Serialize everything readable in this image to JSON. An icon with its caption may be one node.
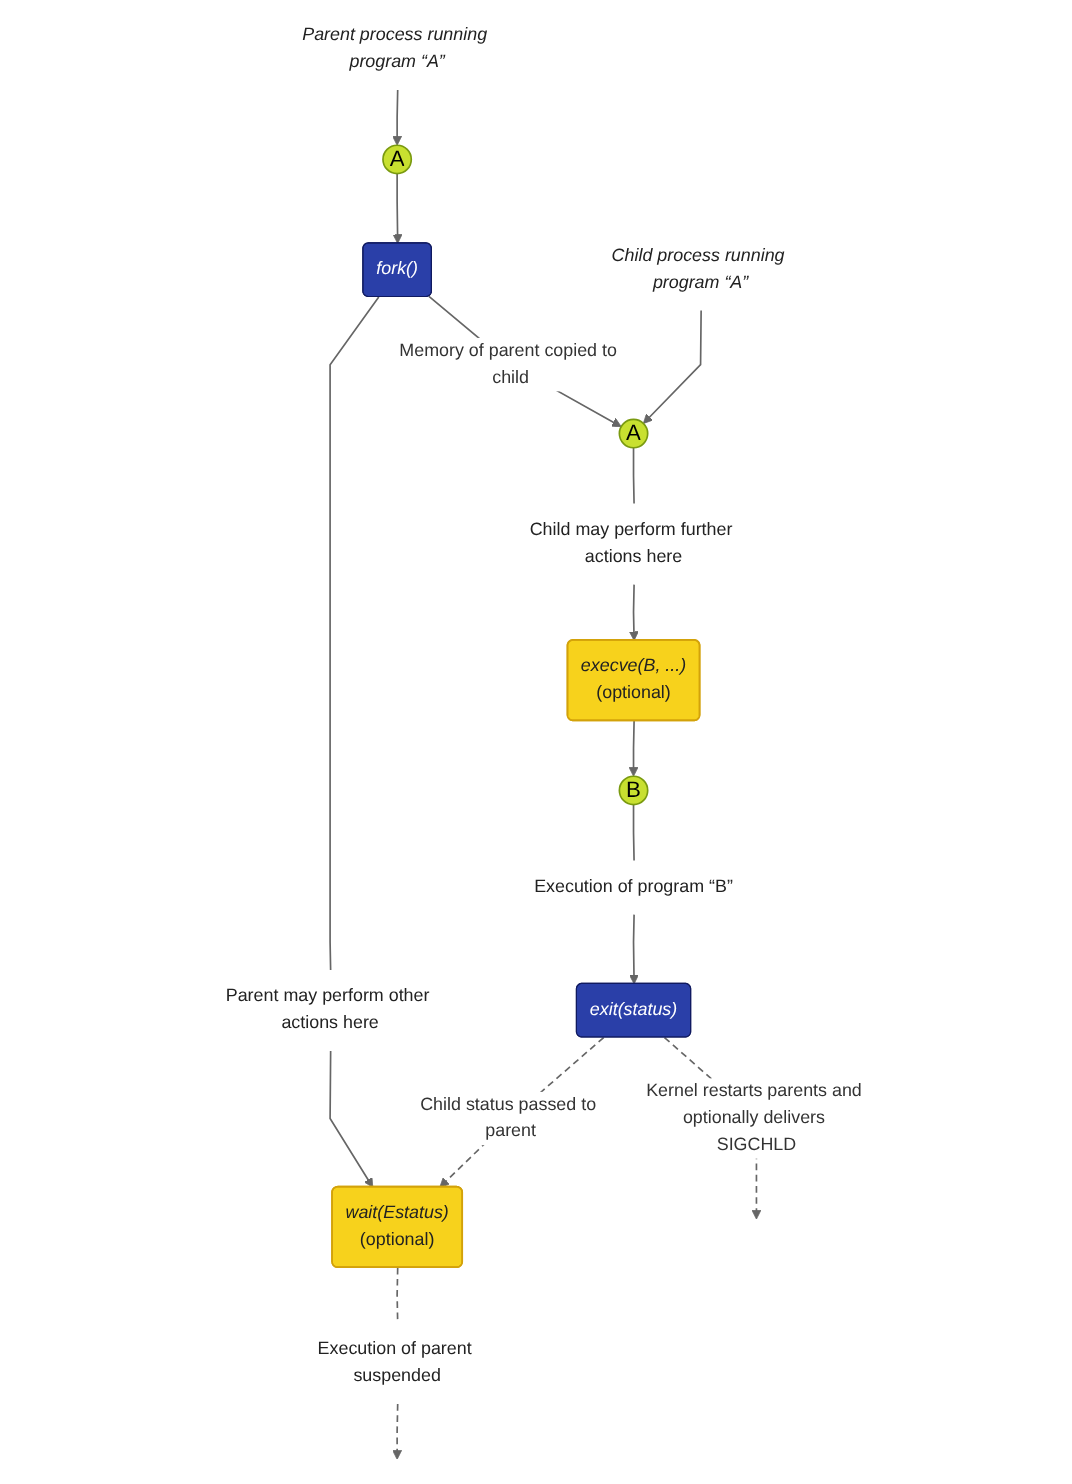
{
  "diagram": {
    "nodes": [
      {
        "text": [
          "Parent process running program “A”"
        ]
      },
      {
        "text": [
          "A"
        ]
      },
      {
        "text": [
          "fork()"
        ]
      },
      {
        "text": [
          "Parent may perform other actions here"
        ]
      },
      {
        "text": [
          "wait(Estatus)",
          "(optional)"
        ]
      },
      {
        "text": [
          "Execution of parent suspended"
        ]
      },
      {
        "text": [
          "Child process running program “A”"
        ]
      },
      {
        "text": [
          "A"
        ]
      },
      {
        "text": [
          "Child may perform further actions here"
        ]
      },
      {
        "text": [
          "execve(B, ...)",
          "(optional)"
        ]
      },
      {
        "text": [
          "B"
        ]
      },
      {
        "text": [
          "Execution of program “B”"
        ]
      },
      {
        "text": [
          "exit(status)"
        ]
      }
    ],
    "edges": [
      {
        "from": 0,
        "to": 1,
        "arrow": "to"
      },
      {
        "from": 1,
        "to": 2,
        "arrow": "to"
      },
      {
        "from": 2,
        "to": 3,
        "arrow": "none"
      },
      {
        "from": 3,
        "to": 4,
        "arrow": "to"
      },
      {
        "from": 4,
        "to": 5,
        "arrow": "none",
        "style": "dashed"
      },
      {
        "from": 5,
        "to": null,
        "arrow": "to",
        "style": "dashed"
      },
      {
        "from": 2,
        "to": 7,
        "arrow": "to",
        "label": "Memory of parent copied to child"
      },
      {
        "from": 6,
        "to": 7,
        "arrow": "to"
      },
      {
        "from": 7,
        "to": 8,
        "arrow": "none"
      },
      {
        "from": 8,
        "to": 9,
        "arrow": "to"
      },
      {
        "from": 9,
        "to": 10,
        "arrow": "to"
      },
      {
        "from": 10,
        "to": 11,
        "arrow": "none"
      },
      {
        "from": 11,
        "to": 12,
        "arrow": "to"
      },
      {
        "from": 12,
        "to": 4,
        "arrow": "to",
        "style": "dashed",
        "label": "Child status passed to parent"
      },
      {
        "from": 12,
        "to": null,
        "arrow": "to",
        "style": "dashed",
        "label": "Kernel restarts parents and optionally delivers SIGCHLD"
      }
    ]
  }
}
